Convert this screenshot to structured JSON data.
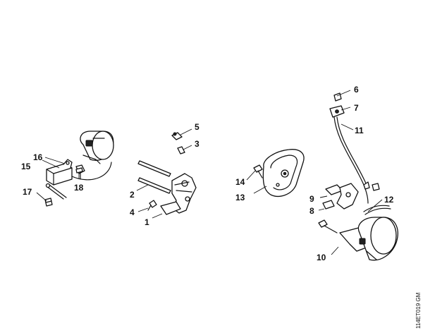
{
  "diagram": {
    "callouts": {
      "c1": "1",
      "c2": "2",
      "c3": "3",
      "c4": "4",
      "c5": "5",
      "c6": "6",
      "c7": "7",
      "c8": "8",
      "c9": "9",
      "c10": "10",
      "c11": "11",
      "c12": "12",
      "c13": "13",
      "c14": "14",
      "c15": "15",
      "c16": "16",
      "c17": "17",
      "c18": "18"
    },
    "reference_code": "114ET019 GM"
  }
}
